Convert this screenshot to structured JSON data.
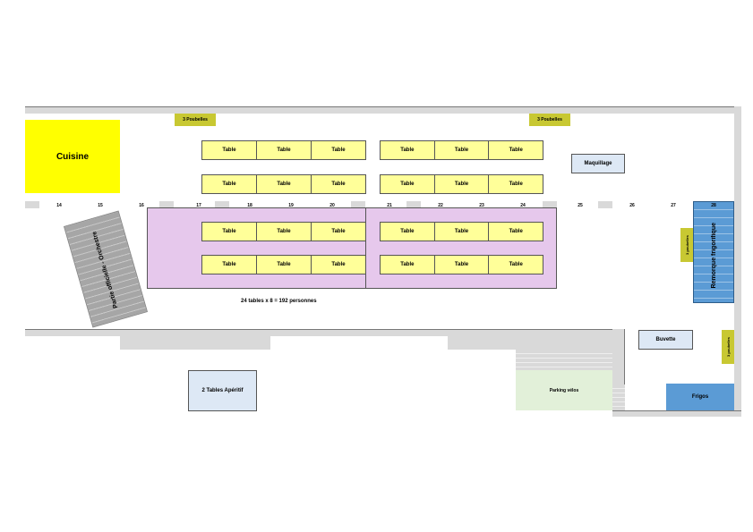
{
  "zones": {
    "cuisine": "Cuisine",
    "maquillage": "Maquillage",
    "orchestre": "Partie officielle - Orchestre",
    "remorque": "Remorque frigorifique",
    "buvette": "Buvette",
    "frigos": "Frigos",
    "parking": "Parking vélos",
    "aperitif": "2 Tables Apéritif"
  },
  "bins": {
    "top_left": "3 Poubelles",
    "top_right": "3 Poubelles",
    "right_upper": "3 poubelles",
    "right_lower": "3 poubelles"
  },
  "table_label": "Table",
  "capacity_note": "24 tables x 8 = 192 personnes",
  "column_numbers": [
    "14",
    "15",
    "16",
    "17",
    "18",
    "19",
    "20",
    "21",
    "22",
    "23",
    "24",
    "25",
    "26",
    "27",
    "28"
  ],
  "colors": {
    "cuisine": "#ffff00",
    "table": "#ffff99",
    "dance_floor": "#e6c8ec",
    "maquillage": "#dde8f5",
    "remorque": "#5b9bd5",
    "frigos": "#5b9bd5",
    "parking": "#e2f0d9",
    "bins": "#c8c832",
    "wall": "#d9d9d9"
  }
}
